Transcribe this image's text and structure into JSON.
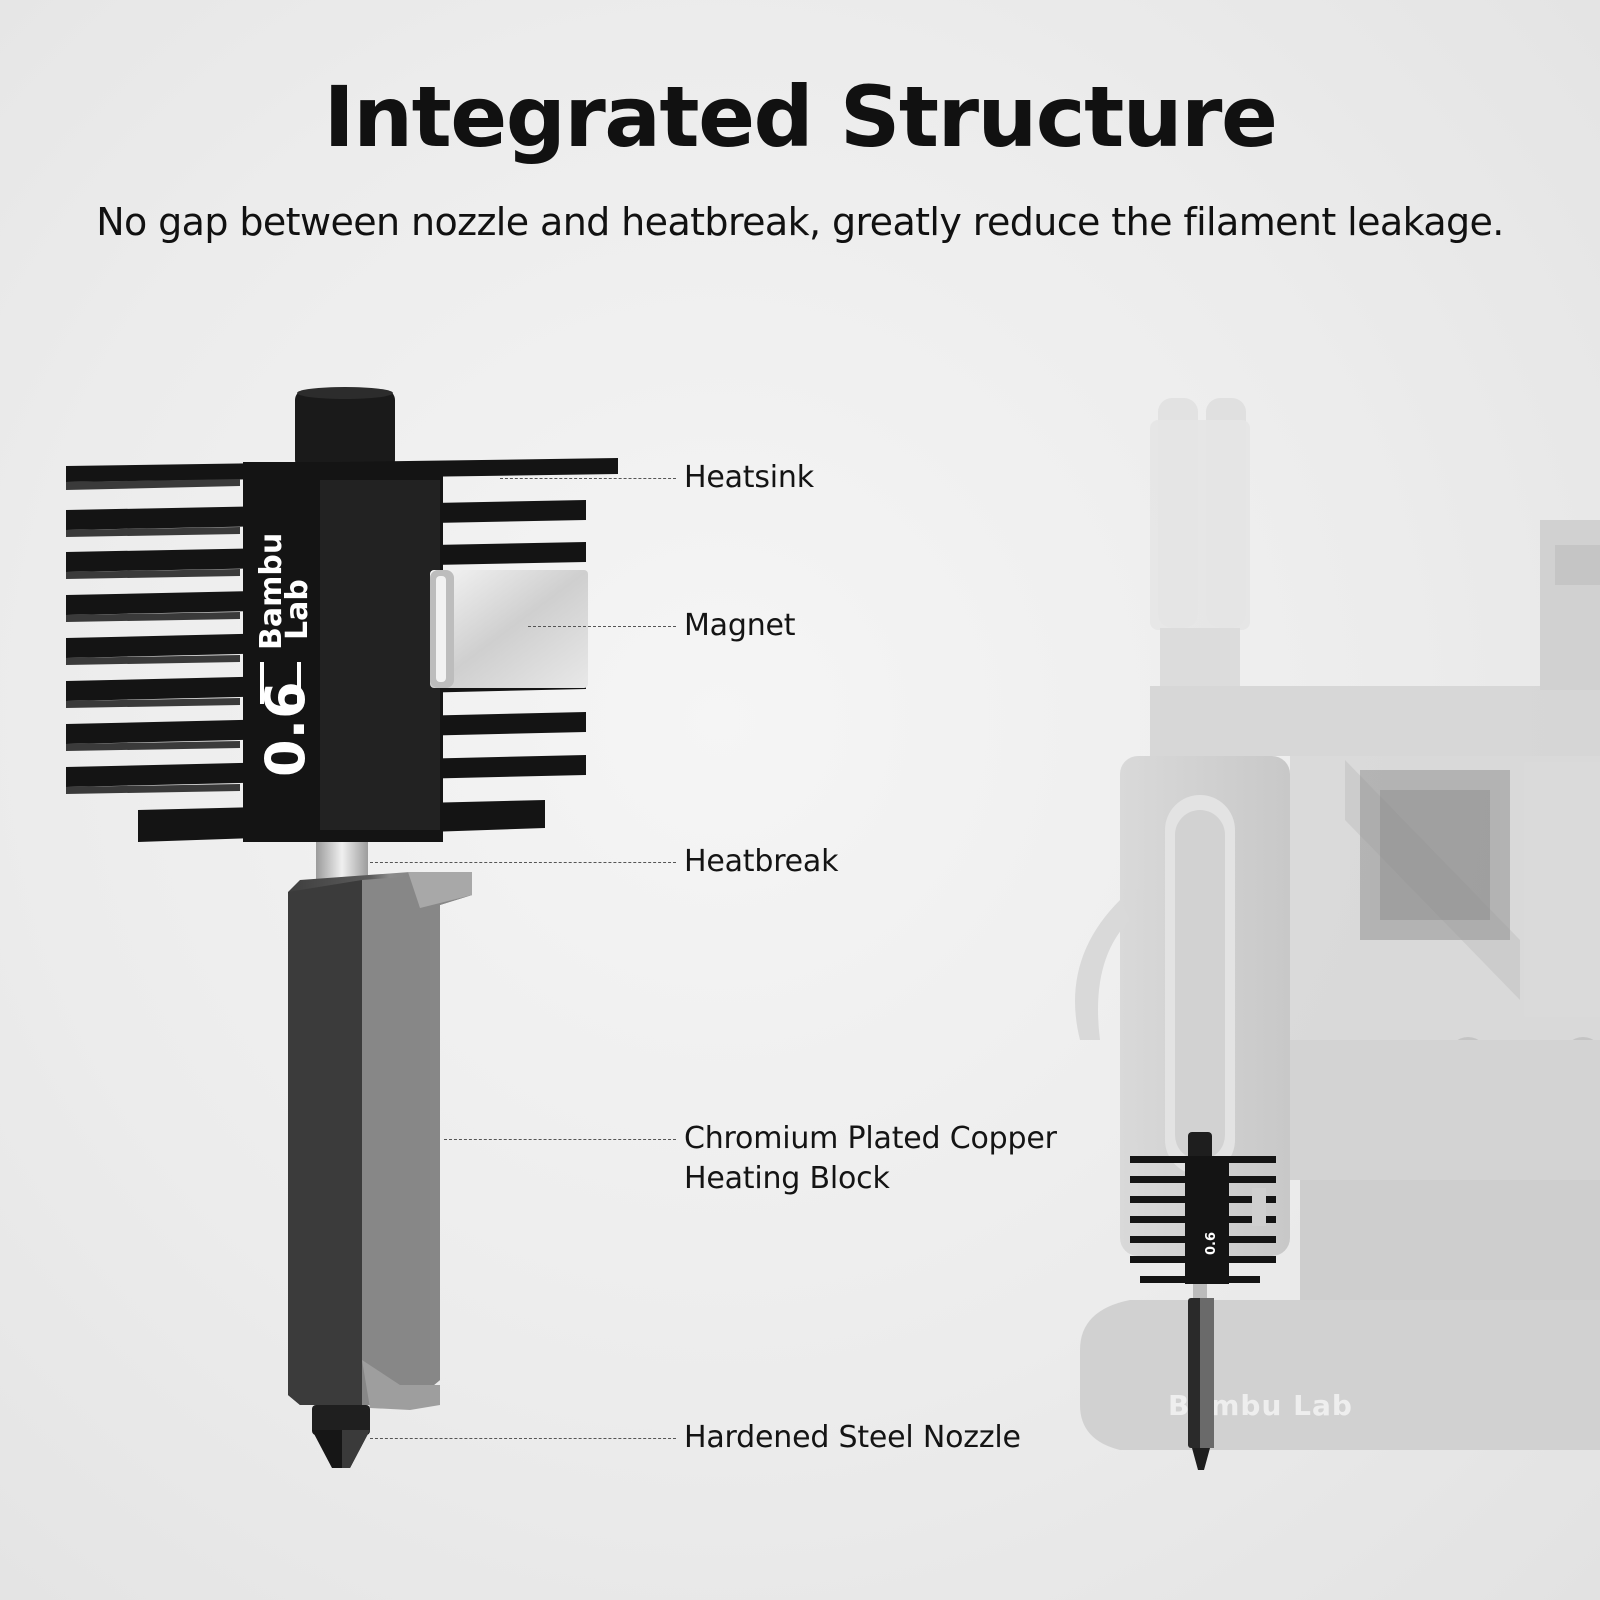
{
  "header": {
    "title": "Integrated Structure",
    "subtitle": "No gap between nozzle and heatbreak, greatly reduce the filament leakage."
  },
  "product": {
    "brand_line1": "Bambu",
    "brand_line2": "Lab",
    "nozzle_size": "0.6",
    "separator": "|"
  },
  "printer": {
    "brand_mark": "Bambu Lab"
  },
  "callouts": [
    {
      "id": "heatsink",
      "label": "Heatsink"
    },
    {
      "id": "magnet",
      "label": "Magnet"
    },
    {
      "id": "heatbreak",
      "label": "Heatbreak"
    },
    {
      "id": "heating-block",
      "line1": "Chromium Plated Copper",
      "line2": "Heating Block"
    },
    {
      "id": "nozzle",
      "label": "Hardened Steel Nozzle"
    }
  ],
  "colors": {
    "heatsink": "#151515",
    "heating_block": "#5a5a5a",
    "heatbreak_metal": "#c9c9c9",
    "magnet": "#dedede",
    "printer_body": "#d4d4d4",
    "text": "#111111"
  }
}
